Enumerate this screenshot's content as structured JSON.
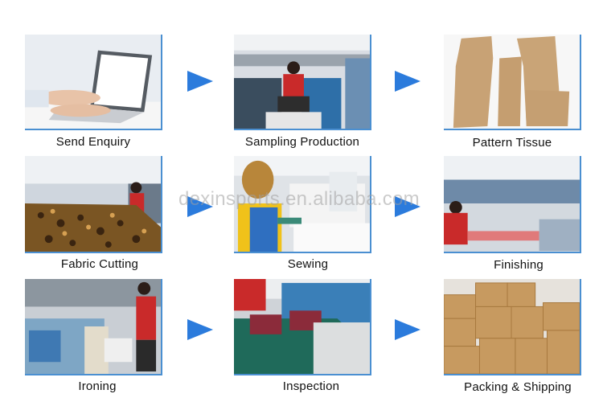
{
  "steps": [
    {
      "label": "Send  Enquiry",
      "icon": "laptop-typing-photo"
    },
    {
      "label": "Sampling  Production",
      "icon": "office-workers-photo"
    },
    {
      "label": "Pattern  Tissue",
      "icon": "paper-patterns-photo"
    },
    {
      "label": "Fabric Cutting",
      "icon": "fabric-cutting-photo"
    },
    {
      "label": "Sewing",
      "icon": "sewing-machine-photo"
    },
    {
      "label": "Finishing",
      "icon": "finishing-line-photo"
    },
    {
      "label": "Ironing",
      "icon": "ironing-press-photo"
    },
    {
      "label": "Inspection",
      "icon": "inspection-machine-photo"
    },
    {
      "label": "Packing & Shipping",
      "icon": "cardboard-boxes-photo"
    }
  ],
  "watermark": "dexinsports.en.alibaba.com",
  "colors": {
    "arrow": "#2b7bdc",
    "frame": "#4a8fd1"
  }
}
